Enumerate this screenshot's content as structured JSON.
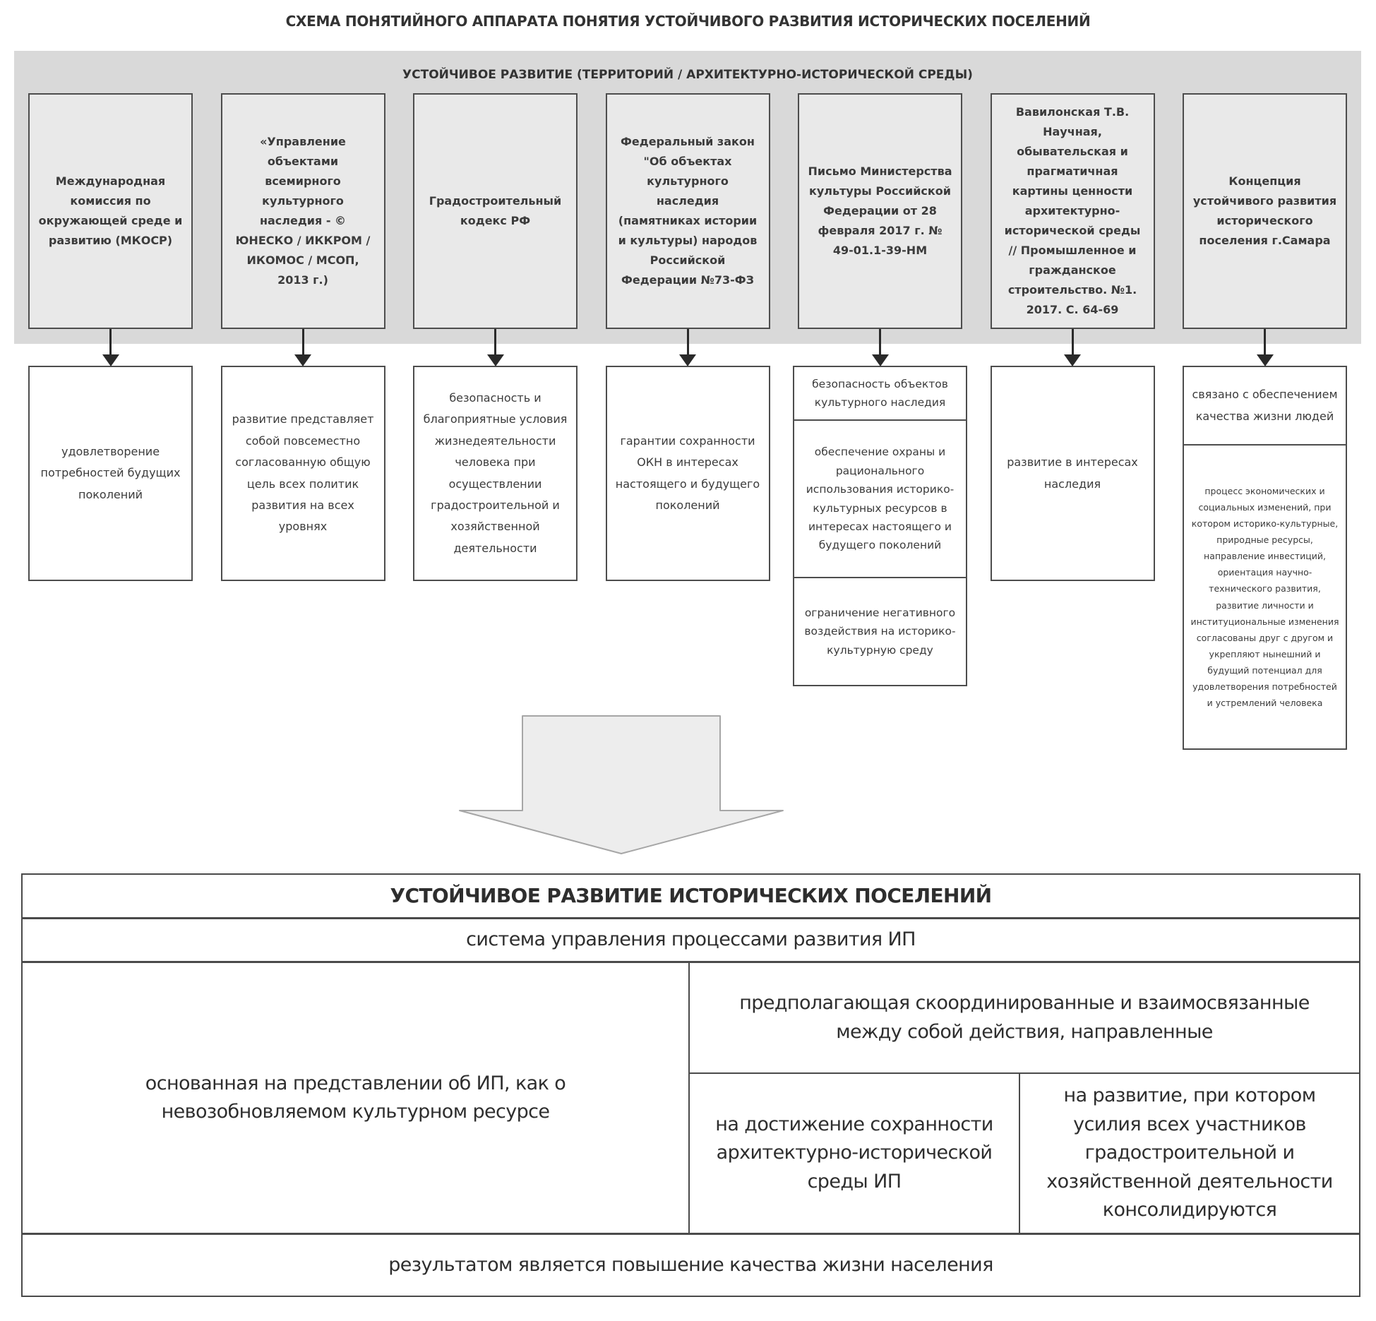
{
  "page_title": "СХЕМА ПОНЯТИЙНОГО АППАРАТА ПОНЯТИЯ УСТОЙЧИВОГО РАЗВИТИЯ ИСТОРИЧЕСКИХ ПОСЕЛЕНИЙ",
  "banner": {
    "label": "УСТОЙЧИВОЕ РАЗВИТИЕ (ТЕРРИТОРИЙ / АРХИТЕКТУРНО-ИСТОРИЧЕСКОЙ СРЕДЫ)"
  },
  "columns": [
    {
      "source": "Международная комиссия по окружающей среде и развитию (МКОСР)",
      "notes": [
        "удовлетворение потребностей будущих поколений"
      ]
    },
    {
      "source": "«Управление объектами всемирного культурного наследия - © ЮНЕСКО / ИККРОМ / ИКОМОС / МСОП, 2013 г.)",
      "notes": [
        "развитие представляет собой повсеместно согласованную общую цель всех политик развития на всех уровнях"
      ]
    },
    {
      "source": "Градостроительный кодекс РФ",
      "notes": [
        "безопасность и благоприятные условия жизнедеятельности человека при осуществлении градостроительной и хозяйственной деятельности"
      ]
    },
    {
      "source": "Федеральный закон \"Об объектах культурного наследия (памятниках истории и культуры) народов Российской Федерации №73-ФЗ",
      "notes": [
        "гарантии сохранности ОКН в интересах настоящего и будущего поколений"
      ]
    },
    {
      "source": "Письмо Министерства культуры Российской Федерации от 28 февраля 2017 г. № 49-01.1-39-НМ",
      "notes": [
        "безопасность объектов культурного наследия",
        "обеспечение охраны и рационального использования историко-культурных ресурсов в интересах настоящего и будущего поколений",
        "ограничение негативного воздействия на историко-культурную среду"
      ]
    },
    {
      "source": "Вавилонская Т.В. Научная, обывательская и прагматичная картины ценности архитектурно-исторической среды // Промышленное и гражданское строительство. №1. 2017. С. 64-69",
      "notes": [
        "развитие в интересах наследия"
      ]
    },
    {
      "source": "Концепция устойчивого развития исторического поселения г.Самара",
      "notes": [
        "связано с обеспечением качества жизни людей",
        "процесс экономических и социальных изменений, при котором историко-культурные, природные ресурсы, направление инвестиций, ориентация научно-технического развития, развитие личности и институциональные изменения согласованы друг с другом и укрепляют нынешний и будущий потенциал для удовлетворения потребностей и устремлений человека"
      ]
    }
  ],
  "summary_table": {
    "title": "УСТОЙЧИВОЕ РАЗВИТИЕ ИСТОРИЧЕСКИХ ПОСЕЛЕНИЙ",
    "system_row": "система управления процессами развития ИП",
    "left_cell": "основанная на представлении об ИП, как о невозобновляемом культурном ресурсе",
    "right_top": "предполагающая скоординированные и взаимосвязанные между собой действия, направленные",
    "right_bottom_left": "на достижение сохранности архитектурно-исторической среды ИП",
    "right_bottom_right": "на развитие, при котором усилия всех участников градостроительной и хозяйственной деятельности консолидируются",
    "bottom_row": "результатом является повышение качества жизни населения"
  },
  "colors": {
    "banner_bg": "#d9d9d9",
    "source_box_bg": "#e9e9e9",
    "box_border": "#4d4d4d",
    "arrow": "#2a2a2a",
    "big_arrow_fill": "#ededed",
    "big_arrow_stroke": "#a6a6a6",
    "table_border": "#4a4a4a",
    "text": "#3a3a3a"
  }
}
